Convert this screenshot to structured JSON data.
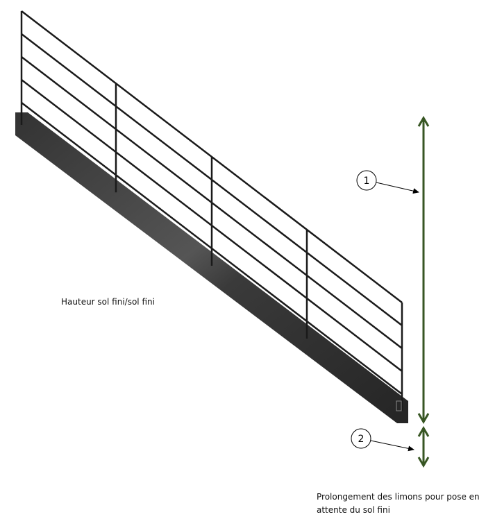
{
  "labels": {
    "height_label": "Hauteur sol fini/sol fini",
    "extension_label_line1": "Prolongement des limons pour pose en",
    "extension_label_line2": "attente du sol fini"
  },
  "callouts": [
    {
      "number": "1"
    },
    {
      "number": "2"
    }
  ],
  "colors": {
    "arrow": "#375623",
    "stringer": "#3a3a3a",
    "rail": "#1a1a1a"
  }
}
